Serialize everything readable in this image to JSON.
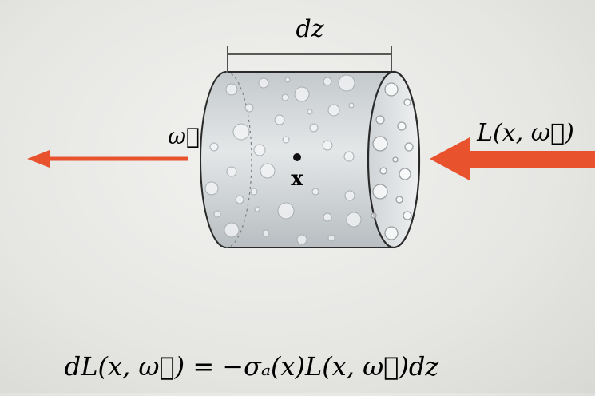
{
  "diagram": {
    "width_label": "dz",
    "direction_label": "ω⃗",
    "point_label": "x",
    "radiance_label": "L(x, ω⃗)",
    "equation": "dL(x, ω⃗) = −σₐ(x)L(x, ω⃗)dz"
  },
  "colors": {
    "arrow": "#e8532e",
    "background": "#ececea",
    "cylinder_fill": "#d2d6d8",
    "outline": "#2a2a2a"
  }
}
